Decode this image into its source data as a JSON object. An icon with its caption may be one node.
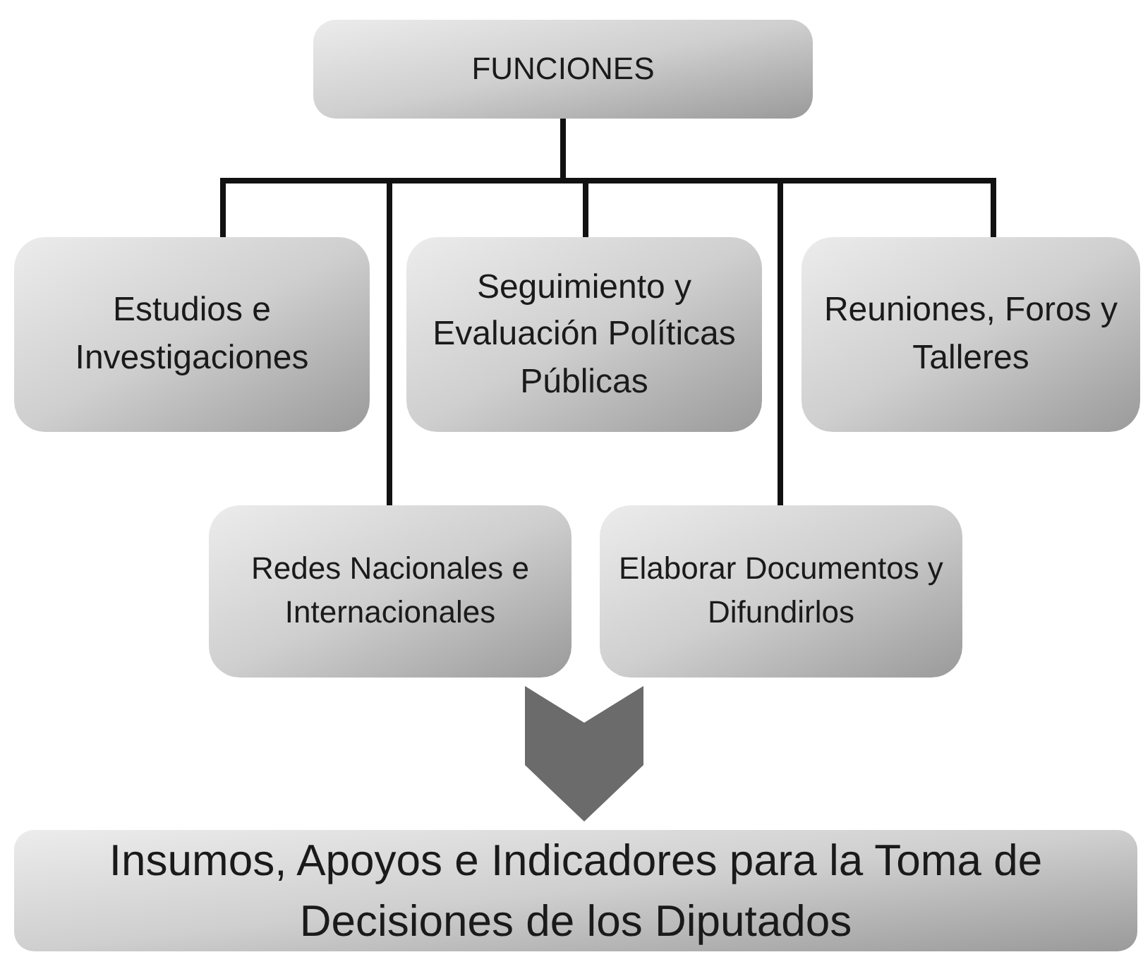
{
  "diagram": {
    "nodes": [
      {
        "text": [
          "FUNCIONES"
        ]
      },
      {
        "text": [
          "Estudios e Investigaciones"
        ]
      },
      {
        "text": [
          "Seguimiento y Evaluación Políticas Públicas"
        ]
      },
      {
        "text": [
          "Reuniones, Foros y Talleres"
        ]
      },
      {
        "text": [
          "Redes Nacionales e Internacionales"
        ]
      },
      {
        "text": [
          "Elaborar Documentos y Difundirlos"
        ]
      },
      {
        "text": [
          "Insumos, Apoyos e Indicadores para la Toma de Decisiones de los Diputados"
        ]
      }
    ],
    "edges": [
      {
        "from": 0,
        "to": 1,
        "arrow": "none"
      },
      {
        "from": 0,
        "to": 4,
        "arrow": "none"
      },
      {
        "from": 0,
        "to": 2,
        "arrow": "none"
      },
      {
        "from": 0,
        "to": 5,
        "arrow": "none"
      },
      {
        "from": 0,
        "to": 3,
        "arrow": "none"
      },
      {
        "from": 4,
        "to": 6,
        "arrow": "to",
        "style": "thick"
      },
      {
        "from": 5,
        "to": 6,
        "arrow": "to",
        "style": "thick"
      }
    ]
  }
}
